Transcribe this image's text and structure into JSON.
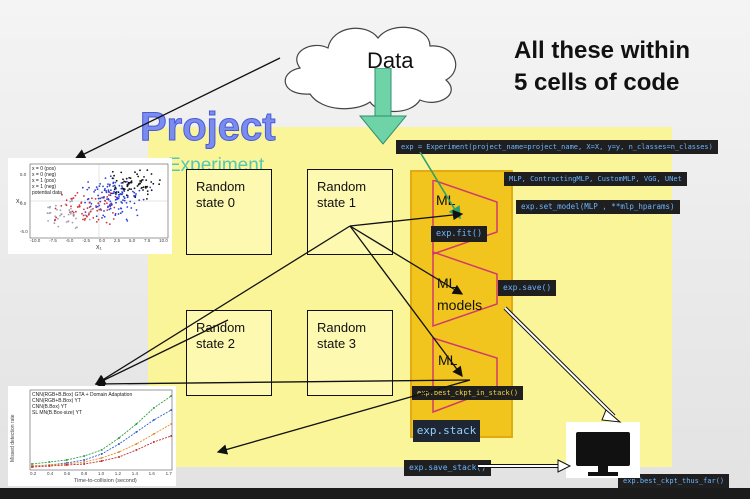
{
  "headline": {
    "line1": "All these within",
    "line2": "5 cells of code"
  },
  "cloud": {
    "label": "Data"
  },
  "project": {
    "title": "Project",
    "subtitle": "Experiment"
  },
  "random_states": [
    {
      "line1": "Random",
      "line2": "state 0"
    },
    {
      "line1": "Random",
      "line2": "state 1"
    },
    {
      "line1": "Random",
      "line2": "state 2"
    },
    {
      "line1": "Random",
      "line2": "state 3"
    }
  ],
  "code": {
    "experiment_init": "exp = Experiment(project_name=project_name, X=X, y=y, n_classes=n_classes)",
    "model_list": "MLP, ContractingMLP, CustomMLP, VGG, UNet",
    "set_model": "exp.set_model(MLP , **mlp_hparams)",
    "fit": "exp.fit()",
    "save": "exp.save()",
    "best_ckpt_in_stack": "exp.best_ckpt_in_stack()",
    "stack": "exp.stack",
    "save_stack": "exp.save_stack()",
    "best_ckpt_thus_far": "exp.best_ckpt_thus_far()"
  },
  "ml_blocks": [
    {
      "line1": "ML",
      "line2": ""
    },
    {
      "line1": "ML",
      "line2": "models"
    },
    {
      "line1": "ML",
      "line2": ""
    }
  ],
  "scatter_thumb": {
    "legend": [
      "x = 0 (pos)",
      "x = 0 (neg)",
      "x = 1 (pos)",
      "x = 1 (neg)",
      "potential data"
    ],
    "ylabel": "x₂",
    "xlabel": "x₁",
    "xticks": [
      "-10.0",
      "-7.5",
      "-5.0",
      "-2.5",
      "0.0",
      "2.5",
      "5.0",
      "7.5",
      "10.0"
    ],
    "yticks": [
      "5.0",
      "0.0",
      "-5.0"
    ],
    "colors": {
      "blue": "#2a3fd6",
      "black": "#111111",
      "red": "#d0303a",
      "grey": "#9aa3b5"
    }
  },
  "line_thumb": {
    "legend": [
      "CNN(RGB+B.Box) GTA + Domain Adaptation",
      "CNN(RGB+B.Box) YT",
      "CNN(B.Box) YT",
      "SL MN(B.Box-size) YT"
    ],
    "ylabel": "Missed detection rate",
    "xlabel": "Time-to-collision (second)",
    "xticks": [
      "0.2",
      "0.4",
      "0.6",
      "0.8",
      "1.0",
      "1.2",
      "1.4",
      "1.6",
      "1.7"
    ],
    "colors": [
      "#2e9e3a",
      "#2f5fcf",
      "#e88a2a",
      "#c22a2a"
    ]
  },
  "colors": {
    "experiment_zone": "#fbf59a",
    "stack_column": "#f1c51e",
    "ml_outline": "#d13a6a",
    "data_arrow": "#6fd3a8",
    "code_bg": "#1f1f1f",
    "code_text": "#6cb4ff"
  }
}
